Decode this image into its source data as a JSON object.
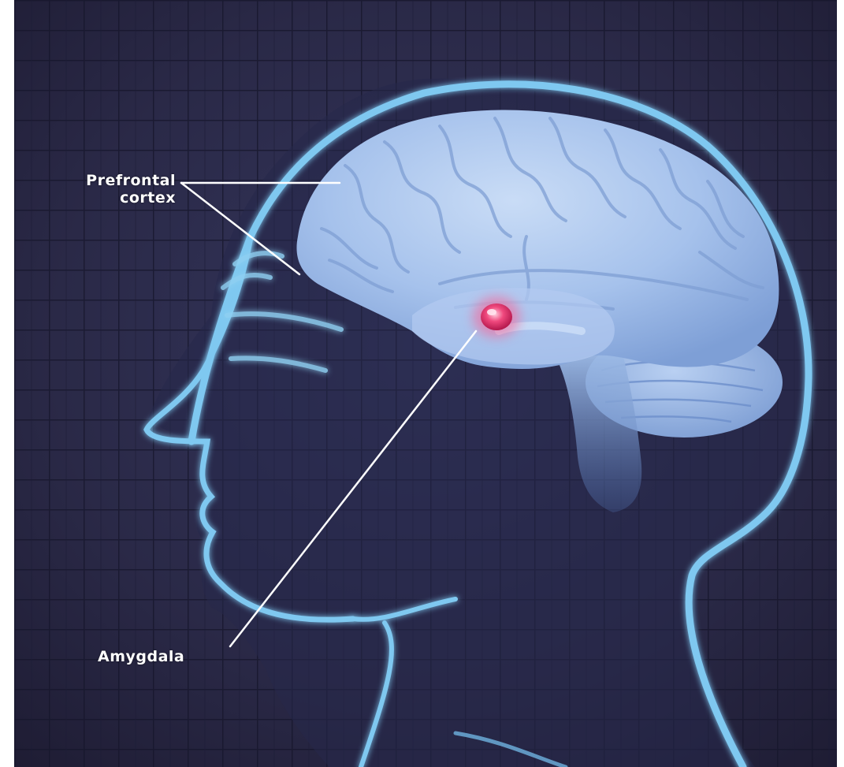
{
  "labels": {
    "prefrontal_line1": "Prefrontal",
    "prefrontal_line2": "cortex",
    "amygdala": "Amygdala"
  },
  "colors": {
    "background": "#2b2a4a",
    "grid": "#181830",
    "outline": "#7fc8f0",
    "brain": "#a9c6ee",
    "amygdala": "#ee4b7c",
    "leader": "#ffffff"
  }
}
